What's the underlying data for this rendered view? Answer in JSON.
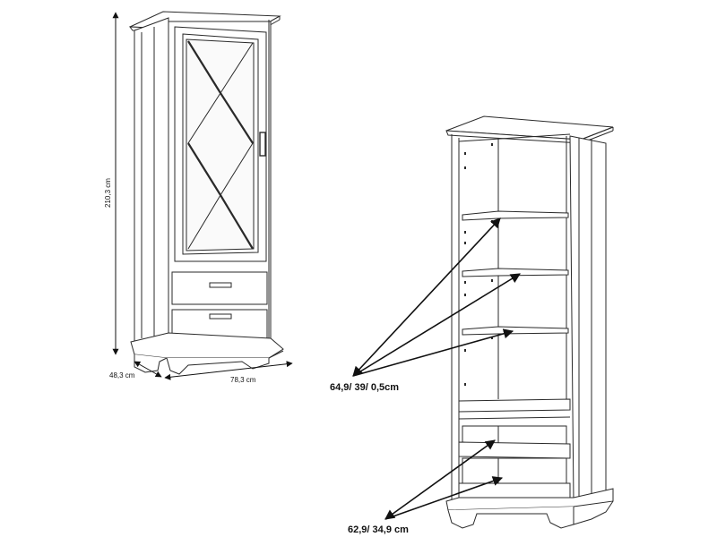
{
  "dimensions": {
    "height": "210,3 cm",
    "depth": "48,3 cm",
    "width": "78,3 cm"
  },
  "callouts": {
    "glass_shelves": "64,9/ 39/ 0,5cm",
    "lower_shelves": "62,9/ 34,9 cm"
  },
  "colors": {
    "line": "#2a2a2a",
    "shade": "#d8d8d8"
  }
}
